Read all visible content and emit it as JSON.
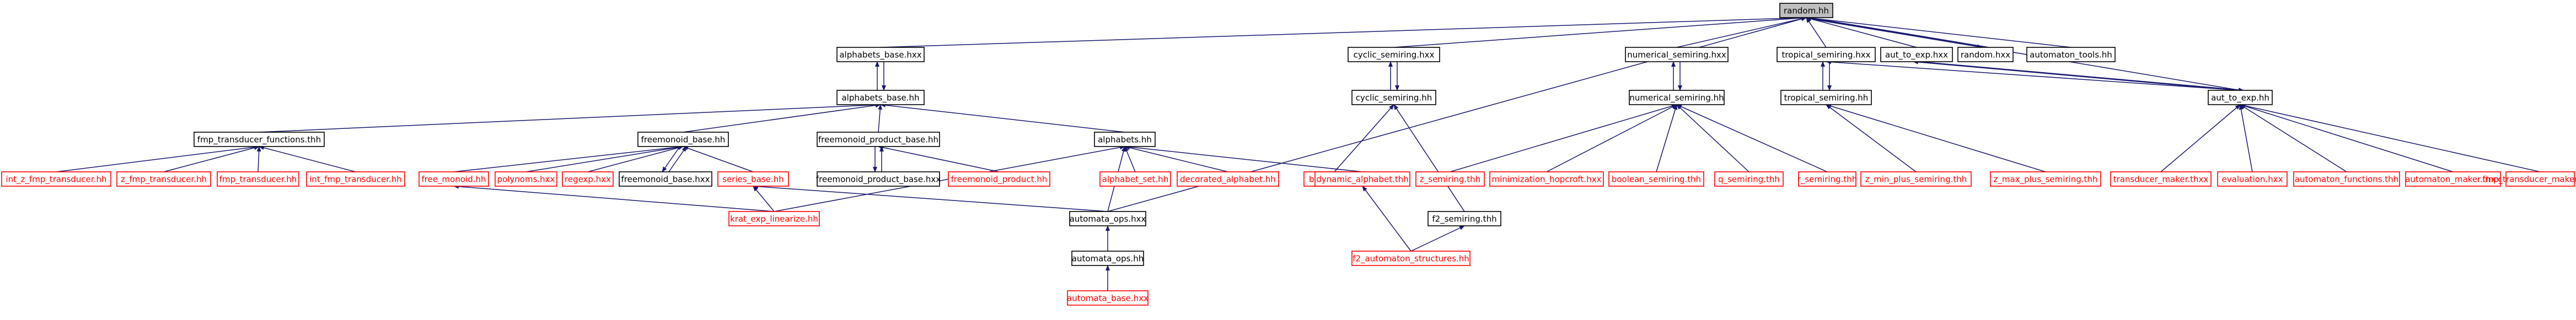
{
  "colors": {
    "edge": "#191970",
    "node_border": "#000000",
    "missing_border": "#ff0000",
    "root_fill": "#bfbfbf",
    "background": "#ffffff"
  },
  "nodes": [
    {
      "id": "random_hh",
      "label": "random.hh",
      "kind": "root"
    },
    {
      "id": "alphabets_base_hxx",
      "label": "alphabets_base.hxx",
      "kind": "normal"
    },
    {
      "id": "cyclic_semiring_hxx",
      "label": "cyclic_semiring.hxx",
      "kind": "normal"
    },
    {
      "id": "numerical_semiring_hxx",
      "label": "numerical_semiring.hxx",
      "kind": "normal"
    },
    {
      "id": "tropical_semiring_hxx",
      "label": "tropical_semiring.hxx",
      "kind": "normal"
    },
    {
      "id": "aut_to_exp_hxx",
      "label": "aut_to_exp.hxx",
      "kind": "normal"
    },
    {
      "id": "random_hxx",
      "label": "random.hxx",
      "kind": "normal"
    },
    {
      "id": "automaton_tools_hh",
      "label": "automaton_tools.hh",
      "kind": "normal"
    },
    {
      "id": "alphabets_base_hh",
      "label": "alphabets_base.hh",
      "kind": "normal"
    },
    {
      "id": "cyclic_semiring_hh",
      "label": "cyclic_semiring.hh",
      "kind": "normal"
    },
    {
      "id": "numerical_semiring_hh",
      "label": "numerical_semiring.hh",
      "kind": "normal"
    },
    {
      "id": "tropical_semiring_hh",
      "label": "tropical_semiring.hh",
      "kind": "normal"
    },
    {
      "id": "aut_to_exp_hh",
      "label": "aut_to_exp.hh",
      "kind": "normal"
    },
    {
      "id": "fmp_transducer_functions_thh",
      "label": "fmp_transducer_functions.thh",
      "kind": "normal"
    },
    {
      "id": "freemonoid_base_hh",
      "label": "freemonoid_base.hh",
      "kind": "normal"
    },
    {
      "id": "freemonoid_product_base_hh",
      "label": "freemonoid_product_base.hh",
      "kind": "normal"
    },
    {
      "id": "alphabets_hh",
      "label": "alphabets.hh",
      "kind": "normal"
    },
    {
      "id": "builders_hxx",
      "label": "builders.hxx",
      "kind": "missing"
    },
    {
      "id": "z_semiring_thh",
      "label": "z_semiring.thh",
      "kind": "missing"
    },
    {
      "id": "minimization_hopcroft_hxx",
      "label": "minimization_hopcroft.hxx",
      "kind": "missing"
    },
    {
      "id": "boolean_semiring_thh",
      "label": "boolean_semiring.thh",
      "kind": "missing"
    },
    {
      "id": "q_semiring_thh",
      "label": "q_semiring.thh",
      "kind": "missing"
    },
    {
      "id": "r_semiring_thh",
      "label": "r_semiring.thh",
      "kind": "missing"
    },
    {
      "id": "z_min_plus_semiring_thh",
      "label": "z_min_plus_semiring.thh",
      "kind": "missing"
    },
    {
      "id": "z_max_plus_semiring_thh",
      "label": "z_max_plus_semiring.thh",
      "kind": "missing"
    },
    {
      "id": "transducer_maker_thxx",
      "label": "transducer_maker.thxx",
      "kind": "missing"
    },
    {
      "id": "evaluation_hxx",
      "label": "evaluation.hxx",
      "kind": "missing"
    },
    {
      "id": "automaton_functions_thh",
      "label": "automaton_functions.thh",
      "kind": "missing"
    },
    {
      "id": "automaton_maker_thxx",
      "label": "automaton_maker.thxx",
      "kind": "missing"
    },
    {
      "id": "fmp_transducer_maker_thxx",
      "label": "fmp_transducer_maker.thxx",
      "kind": "missing"
    },
    {
      "id": "int_z_fmp_transducer_hh",
      "label": "int_z_fmp_transducer.hh",
      "kind": "missing"
    },
    {
      "id": "z_fmp_transducer_hh",
      "label": "z_fmp_transducer.hh",
      "kind": "missing"
    },
    {
      "id": "fmp_transducer_hh",
      "label": "fmp_transducer.hh",
      "kind": "missing"
    },
    {
      "id": "int_fmp_transducer_hh",
      "label": "int_fmp_transducer.hh",
      "kind": "missing"
    },
    {
      "id": "free_monoid_hh",
      "label": "free_monoid.hh",
      "kind": "missing"
    },
    {
      "id": "polynoms_hxx",
      "label": "polynoms.hxx",
      "kind": "missing"
    },
    {
      "id": "regexp_hxx",
      "label": "regexp.hxx",
      "kind": "missing"
    },
    {
      "id": "freemonoid_base_hxx",
      "label": "freemonoid_base.hxx",
      "kind": "normal"
    },
    {
      "id": "series_base_hh",
      "label": "series_base.hh",
      "kind": "missing"
    },
    {
      "id": "freemonoid_product_base_hxx",
      "label": "freemonoid_product_base.hxx",
      "kind": "normal"
    },
    {
      "id": "freemonoid_product_hh",
      "label": "freemonoid_product.hh",
      "kind": "missing"
    },
    {
      "id": "alphabet_set_hh",
      "label": "alphabet_set.hh",
      "kind": "missing"
    },
    {
      "id": "decorated_alphabet_hh",
      "label": "decorated_alphabet.hh",
      "kind": "missing"
    },
    {
      "id": "dynamic_alphabet_thh",
      "label": "dynamic_alphabet.thh",
      "kind": "missing"
    },
    {
      "id": "f2_semiring_thh",
      "label": "f2_semiring.thh",
      "kind": "normal"
    },
    {
      "id": "krat_exp_linearize_hh",
      "label": "krat_exp_linearize.hh",
      "kind": "missing"
    },
    {
      "id": "automata_ops_hxx",
      "label": "automata_ops.hxx",
      "kind": "normal"
    },
    {
      "id": "f2_automaton_structures_hh",
      "label": "f2_automaton_structures.hh",
      "kind": "missing"
    },
    {
      "id": "automata_ops_hh",
      "label": "automata_ops.hh",
      "kind": "normal"
    },
    {
      "id": "automata_base_hxx",
      "label": "automata_base.hxx",
      "kind": "missing"
    }
  ],
  "edges": [
    [
      "alphabets_base_hxx",
      "random_hh"
    ],
    [
      "automata_ops_hxx",
      "random_hh"
    ],
    [
      "cyclic_semiring_hxx",
      "random_hh"
    ],
    [
      "numerical_semiring_hxx",
      "random_hh"
    ],
    [
      "tropical_semiring_hxx",
      "random_hh"
    ],
    [
      "aut_to_exp_hxx",
      "random_hh"
    ],
    [
      "random_hxx",
      "random_hh"
    ],
    [
      "automaton_tools_hh",
      "random_hh"
    ],
    [
      "aut_to_exp_hh",
      "random_hh"
    ],
    [
      "random_hh",
      "random_hxx"
    ],
    [
      "alphabets_base_hh",
      "alphabets_base_hxx"
    ],
    [
      "alphabets_base_hxx",
      "alphabets_base_hh"
    ],
    [
      "cyclic_semiring_hh",
      "cyclic_semiring_hxx"
    ],
    [
      "cyclic_semiring_hxx",
      "cyclic_semiring_hh"
    ],
    [
      "numerical_semiring_hh",
      "numerical_semiring_hxx"
    ],
    [
      "numerical_semiring_hxx",
      "numerical_semiring_hh"
    ],
    [
      "tropical_semiring_hh",
      "tropical_semiring_hxx"
    ],
    [
      "tropical_semiring_hxx",
      "tropical_semiring_hh"
    ],
    [
      "aut_to_exp_hh",
      "aut_to_exp_hxx"
    ],
    [
      "aut_to_exp_hxx",
      "aut_to_exp_hh"
    ],
    [
      "aut_to_exp_hh",
      "tropical_semiring_hxx"
    ],
    [
      "fmp_transducer_functions_thh",
      "alphabets_base_hh"
    ],
    [
      "freemonoid_base_hh",
      "alphabets_base_hh"
    ],
    [
      "freemonoid_product_base_hh",
      "alphabets_base_hh"
    ],
    [
      "alphabets_hh",
      "alphabets_base_hh"
    ],
    [
      "builders_hxx",
      "cyclic_semiring_hh"
    ],
    [
      "f2_semiring_thh",
      "cyclic_semiring_hh"
    ],
    [
      "z_semiring_thh",
      "numerical_semiring_hh"
    ],
    [
      "minimization_hopcroft_hxx",
      "numerical_semiring_hh"
    ],
    [
      "boolean_semiring_thh",
      "numerical_semiring_hh"
    ],
    [
      "q_semiring_thh",
      "numerical_semiring_hh"
    ],
    [
      "r_semiring_thh",
      "numerical_semiring_hh"
    ],
    [
      "z_min_plus_semiring_thh",
      "tropical_semiring_hh"
    ],
    [
      "z_max_plus_semiring_thh",
      "tropical_semiring_hh"
    ],
    [
      "transducer_maker_thxx",
      "aut_to_exp_hh"
    ],
    [
      "evaluation_hxx",
      "aut_to_exp_hh"
    ],
    [
      "automaton_functions_thh",
      "aut_to_exp_hh"
    ],
    [
      "automaton_maker_thxx",
      "aut_to_exp_hh"
    ],
    [
      "fmp_transducer_maker_thxx",
      "aut_to_exp_hh"
    ],
    [
      "int_z_fmp_transducer_hh",
      "fmp_transducer_functions_thh"
    ],
    [
      "z_fmp_transducer_hh",
      "fmp_transducer_functions_thh"
    ],
    [
      "fmp_transducer_hh",
      "fmp_transducer_functions_thh"
    ],
    [
      "int_fmp_transducer_hh",
      "fmp_transducer_functions_thh"
    ],
    [
      "free_monoid_hh",
      "freemonoid_base_hh"
    ],
    [
      "polynoms_hxx",
      "freemonoid_base_hh"
    ],
    [
      "regexp_hxx",
      "freemonoid_base_hh"
    ],
    [
      "freemonoid_base_hxx",
      "freemonoid_base_hh"
    ],
    [
      "freemonoid_base_hh",
      "freemonoid_base_hxx"
    ],
    [
      "series_base_hh",
      "freemonoid_base_hh"
    ],
    [
      "freemonoid_product_base_hxx",
      "freemonoid_product_base_hh"
    ],
    [
      "freemonoid_product_base_hh",
      "freemonoid_product_base_hxx"
    ],
    [
      "freemonoid_product_hh",
      "freemonoid_product_base_hh"
    ],
    [
      "alphabet_set_hh",
      "alphabets_hh"
    ],
    [
      "decorated_alphabet_hh",
      "alphabets_hh"
    ],
    [
      "dynamic_alphabet_thh",
      "alphabets_hh"
    ],
    [
      "krat_exp_linearize_hh",
      "alphabets_hh"
    ],
    [
      "automata_ops_hxx",
      "alphabets_hh"
    ],
    [
      "krat_exp_linearize_hh",
      "series_base_hh"
    ],
    [
      "automata_ops_hxx",
      "series_base_hh"
    ],
    [
      "krat_exp_linearize_hh",
      "free_monoid_hh"
    ],
    [
      "f2_automaton_structures_hh",
      "f2_semiring_thh"
    ],
    [
      "f2_automaton_structures_hh",
      "dynamic_alphabet_thh"
    ],
    [
      "automata_ops_hh",
      "automata_ops_hxx"
    ],
    [
      "automata_base_hxx",
      "automata_ops_hh"
    ]
  ]
}
